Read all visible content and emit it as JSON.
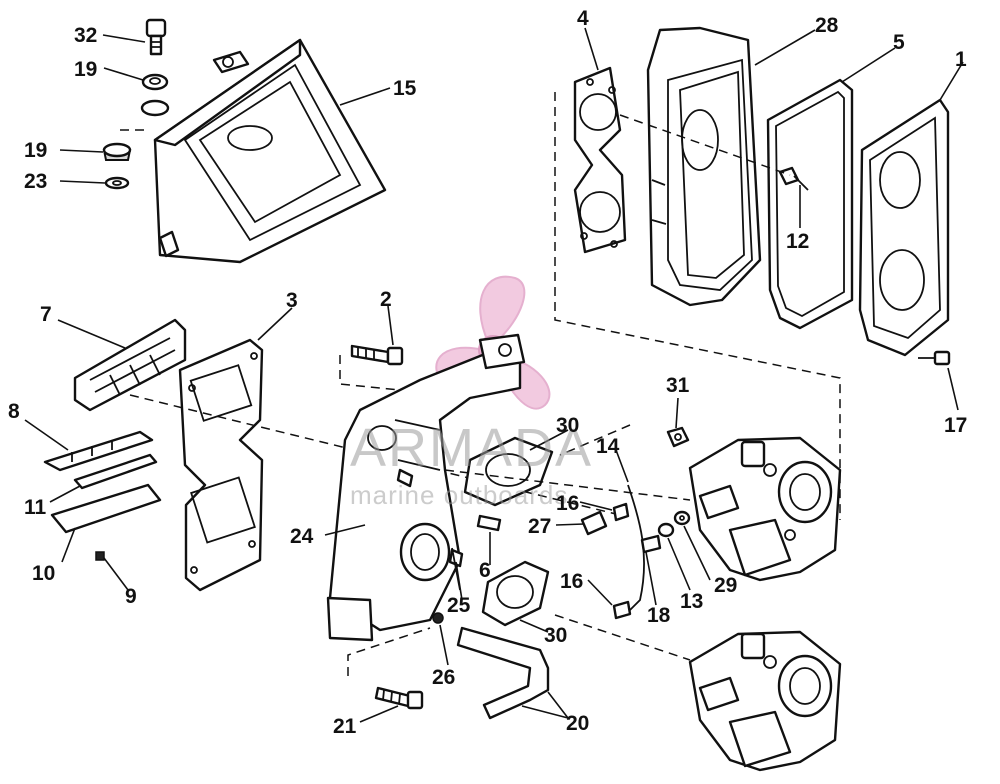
{
  "watermark": {
    "brand": "ARMADA",
    "tagline": "marine outboards",
    "logo_color": "#e8a0c8"
  },
  "callouts": [
    {
      "id": "c32",
      "text": "32"
    },
    {
      "id": "c19a",
      "text": "19"
    },
    {
      "id": "c19b",
      "text": "19"
    },
    {
      "id": "c23",
      "text": "23"
    },
    {
      "id": "c15",
      "text": "15"
    },
    {
      "id": "c4",
      "text": "4"
    },
    {
      "id": "c28",
      "text": "28"
    },
    {
      "id": "c5",
      "text": "5"
    },
    {
      "id": "c1",
      "text": "1"
    },
    {
      "id": "c12",
      "text": "12"
    },
    {
      "id": "c17",
      "text": "17"
    },
    {
      "id": "c7",
      "text": "7"
    },
    {
      "id": "c3",
      "text": "3"
    },
    {
      "id": "c2",
      "text": "2"
    },
    {
      "id": "c8",
      "text": "8"
    },
    {
      "id": "c11",
      "text": "11"
    },
    {
      "id": "c10",
      "text": "10"
    },
    {
      "id": "c9",
      "text": "9"
    },
    {
      "id": "c31",
      "text": "31"
    },
    {
      "id": "c30a",
      "text": "30"
    },
    {
      "id": "c14",
      "text": "14"
    },
    {
      "id": "c16a",
      "text": "16"
    },
    {
      "id": "c27",
      "text": "27"
    },
    {
      "id": "c24",
      "text": "24"
    },
    {
      "id": "c6",
      "text": "6"
    },
    {
      "id": "c29",
      "text": "29"
    },
    {
      "id": "c13",
      "text": "13"
    },
    {
      "id": "c25",
      "text": "25"
    },
    {
      "id": "c16b",
      "text": "16"
    },
    {
      "id": "c18",
      "text": "18"
    },
    {
      "id": "c30b",
      "text": "30"
    },
    {
      "id": "c26",
      "text": "26"
    },
    {
      "id": "c21",
      "text": "21"
    },
    {
      "id": "c20",
      "text": "20"
    }
  ]
}
